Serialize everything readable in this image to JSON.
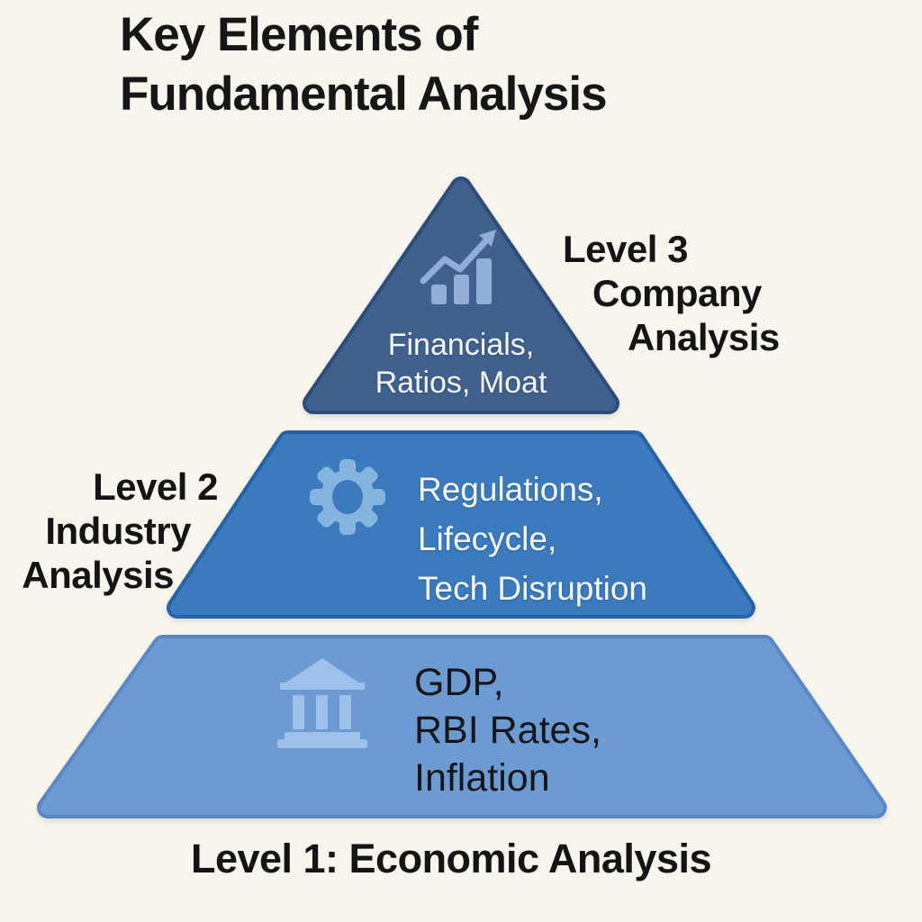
{
  "title": {
    "line1": "Key Elements of",
    "line2": "Fundamental Analysis"
  },
  "pyramid": {
    "level3": {
      "side_label": {
        "line1": "Level 3",
        "line2": "Company",
        "line3": "Analysis"
      },
      "content": {
        "line1": "Financials,",
        "line2": "Ratios, Moat"
      },
      "icon": "bar-chart-growth-icon",
      "fill": "#40608E",
      "border": "#2C4C7C",
      "text_color": "#FFFFFF"
    },
    "level2": {
      "side_label": {
        "line1": "Level 2",
        "line2": "Industry",
        "line3": "Analysis"
      },
      "content": {
        "line1": "Regulations,",
        "line2": "Lifecycle,",
        "line3": "Tech Disruption"
      },
      "icon": "gear-icon",
      "fill": "#3B7ABD",
      "border": "#2563A8",
      "text_color": "#FFFFFF"
    },
    "level1": {
      "bottom_label": "Level 1: Economic Analysis",
      "content": {
        "line1": "GDP,",
        "line2": "RBI Rates,",
        "line3": "Inflation"
      },
      "icon": "bank-icon",
      "fill": "#6C9AD2",
      "border": "#5988C6",
      "text_color": "#15161A"
    }
  },
  "colors": {
    "background": "#F8F5EC",
    "heading_text": "#161616",
    "chart_icon": "#93AED6",
    "gear_icon": "#85B4E0",
    "bank_icon": "#9DC1E8"
  }
}
